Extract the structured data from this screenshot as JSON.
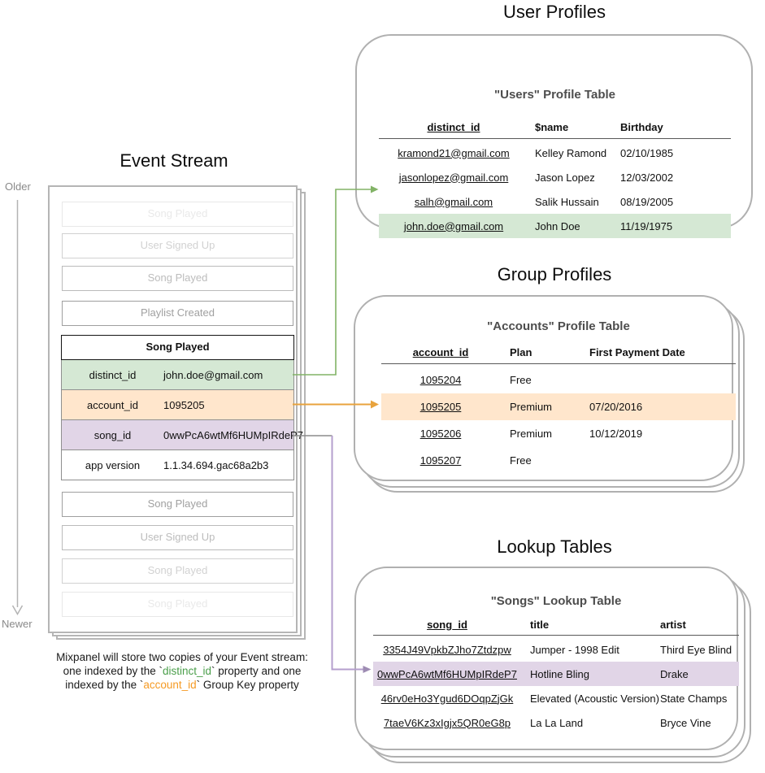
{
  "titles": {
    "event_stream": "Event Stream",
    "user_profiles": "User Profiles",
    "group_profiles": "Group Profiles",
    "lookup_tables": "Lookup Tables"
  },
  "timeline": {
    "older": "Older",
    "newer": "Newer"
  },
  "event_stream": {
    "events_before": [
      "Song Played",
      "User Signed Up",
      "Song Played",
      "Playlist Created"
    ],
    "active_event": {
      "name": "Song Played",
      "properties": [
        {
          "key": "distinct_id",
          "value": "john.doe@gmail.com",
          "highlight": "green"
        },
        {
          "key": "account_id",
          "value": "1095205",
          "highlight": "orange"
        },
        {
          "key": "song_id",
          "value": "0wwPcA6wtMf6HUMpIRdeP7",
          "highlight": "purple"
        },
        {
          "key": "app version",
          "value": "1.1.34.694.gac68a2b3",
          "highlight": "none"
        }
      ]
    },
    "events_after": [
      "Song Played",
      "User Signed Up",
      "Song Played",
      "Song Played"
    ]
  },
  "users_table": {
    "title": "\"Users\" Profile Table",
    "columns": [
      "distinct_id",
      "$name",
      "Birthday"
    ],
    "rows": [
      [
        "kramond21@gmail.com",
        "Kelley Ramond",
        "02/10/1985"
      ],
      [
        "jasonlopez@gmail.com",
        "Jason Lopez",
        "12/03/2002"
      ],
      [
        "salh@gmail.com",
        "Salik Hussain",
        "08/19/2005"
      ],
      [
        "john.doe@gmail.com",
        "John Doe",
        "11/19/1975"
      ]
    ],
    "highlighted_row": 3
  },
  "accounts_table": {
    "title": "\"Accounts\" Profile Table",
    "columns": [
      "account_id",
      "Plan",
      "First Payment Date"
    ],
    "rows": [
      [
        "1095204",
        "Free",
        ""
      ],
      [
        "1095205",
        "Premium",
        "07/20/2016"
      ],
      [
        "1095206",
        "Premium",
        "10/12/2019"
      ],
      [
        "1095207",
        "Free",
        ""
      ]
    ],
    "highlighted_row": 1
  },
  "songs_table": {
    "title": "\"Songs\" Lookup Table",
    "columns": [
      "song_id",
      "title",
      "artist"
    ],
    "rows": [
      [
        "3354J49VpkbZJho7Ztdzpw",
        "Jumper - 1998 Edit",
        "Third Eye Blind"
      ],
      [
        "0wwPcA6wtMf6HUMpIRdeP7",
        "Hotline Bling",
        "Drake"
      ],
      [
        "46rv0eHo3Ygud6DOqpZjGk",
        "Elevated (Acoustic Version)",
        "State Champs"
      ],
      [
        "7taeV6Kz3xIgjx5QR0eG8p",
        "La La Land",
        "Bryce Vine"
      ]
    ],
    "highlighted_row": 1
  },
  "caption": {
    "line1": "Mixpanel will store two copies of your Event stream:",
    "line2": {
      "pre": "one indexed by the `",
      "key": "distinct_id",
      "post": "` property and one"
    },
    "line3": {
      "pre": "indexed by the `",
      "key": "account_id",
      "post": "` Group Key property"
    }
  },
  "colors": {
    "green_highlight": "#d5e8d4",
    "orange_highlight": "#ffe6cc",
    "purple_highlight": "#e1d5e7",
    "green_connector": "#82b366",
    "orange_connector": "#e8a33d",
    "purple_connector": "#b49fce",
    "purple_arrowhead": "#9e8cb3",
    "gray_connector": "#8c8c8c",
    "timeline_arrow": "#b3b3b3",
    "caption_green": "#4a9e4a",
    "caption_orange": "#f59a23"
  }
}
